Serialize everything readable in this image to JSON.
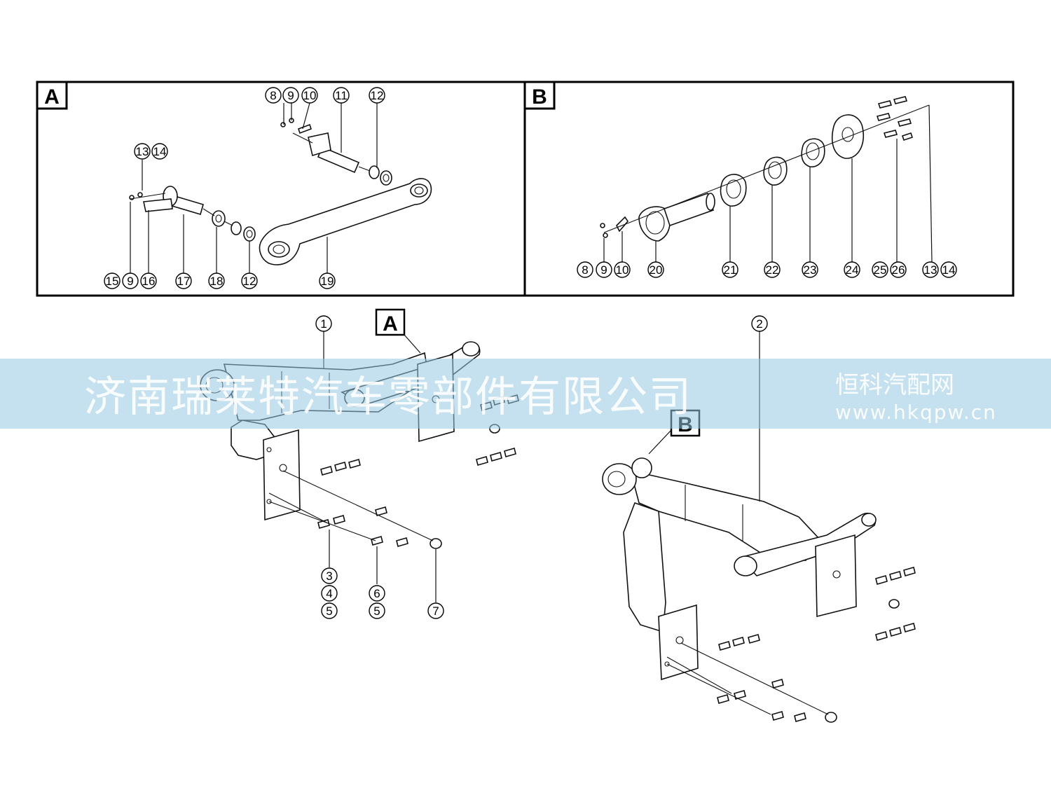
{
  "panels": {
    "a": {
      "label": "A"
    },
    "b": {
      "label": "B"
    }
  },
  "callouts": {
    "panel_a": [
      "8",
      "9",
      "10",
      "11",
      "12",
      "13",
      "14",
      "15",
      "9",
      "16",
      "17",
      "18",
      "12",
      "19"
    ],
    "panel_b": [
      "8",
      "9",
      "10",
      "20",
      "21",
      "22",
      "23",
      "24",
      "25",
      "26",
      "13",
      "14"
    ],
    "main": [
      "1",
      "2",
      "3",
      "4",
      "5",
      "6",
      "5",
      "7"
    ]
  },
  "detail_flags": {
    "a": "A",
    "b": "B"
  },
  "watermark": {
    "company": "济南瑞莱特汽车零部件有限公司",
    "brand": "恒科汽配网",
    "url": "www.hkqpw.cn"
  }
}
